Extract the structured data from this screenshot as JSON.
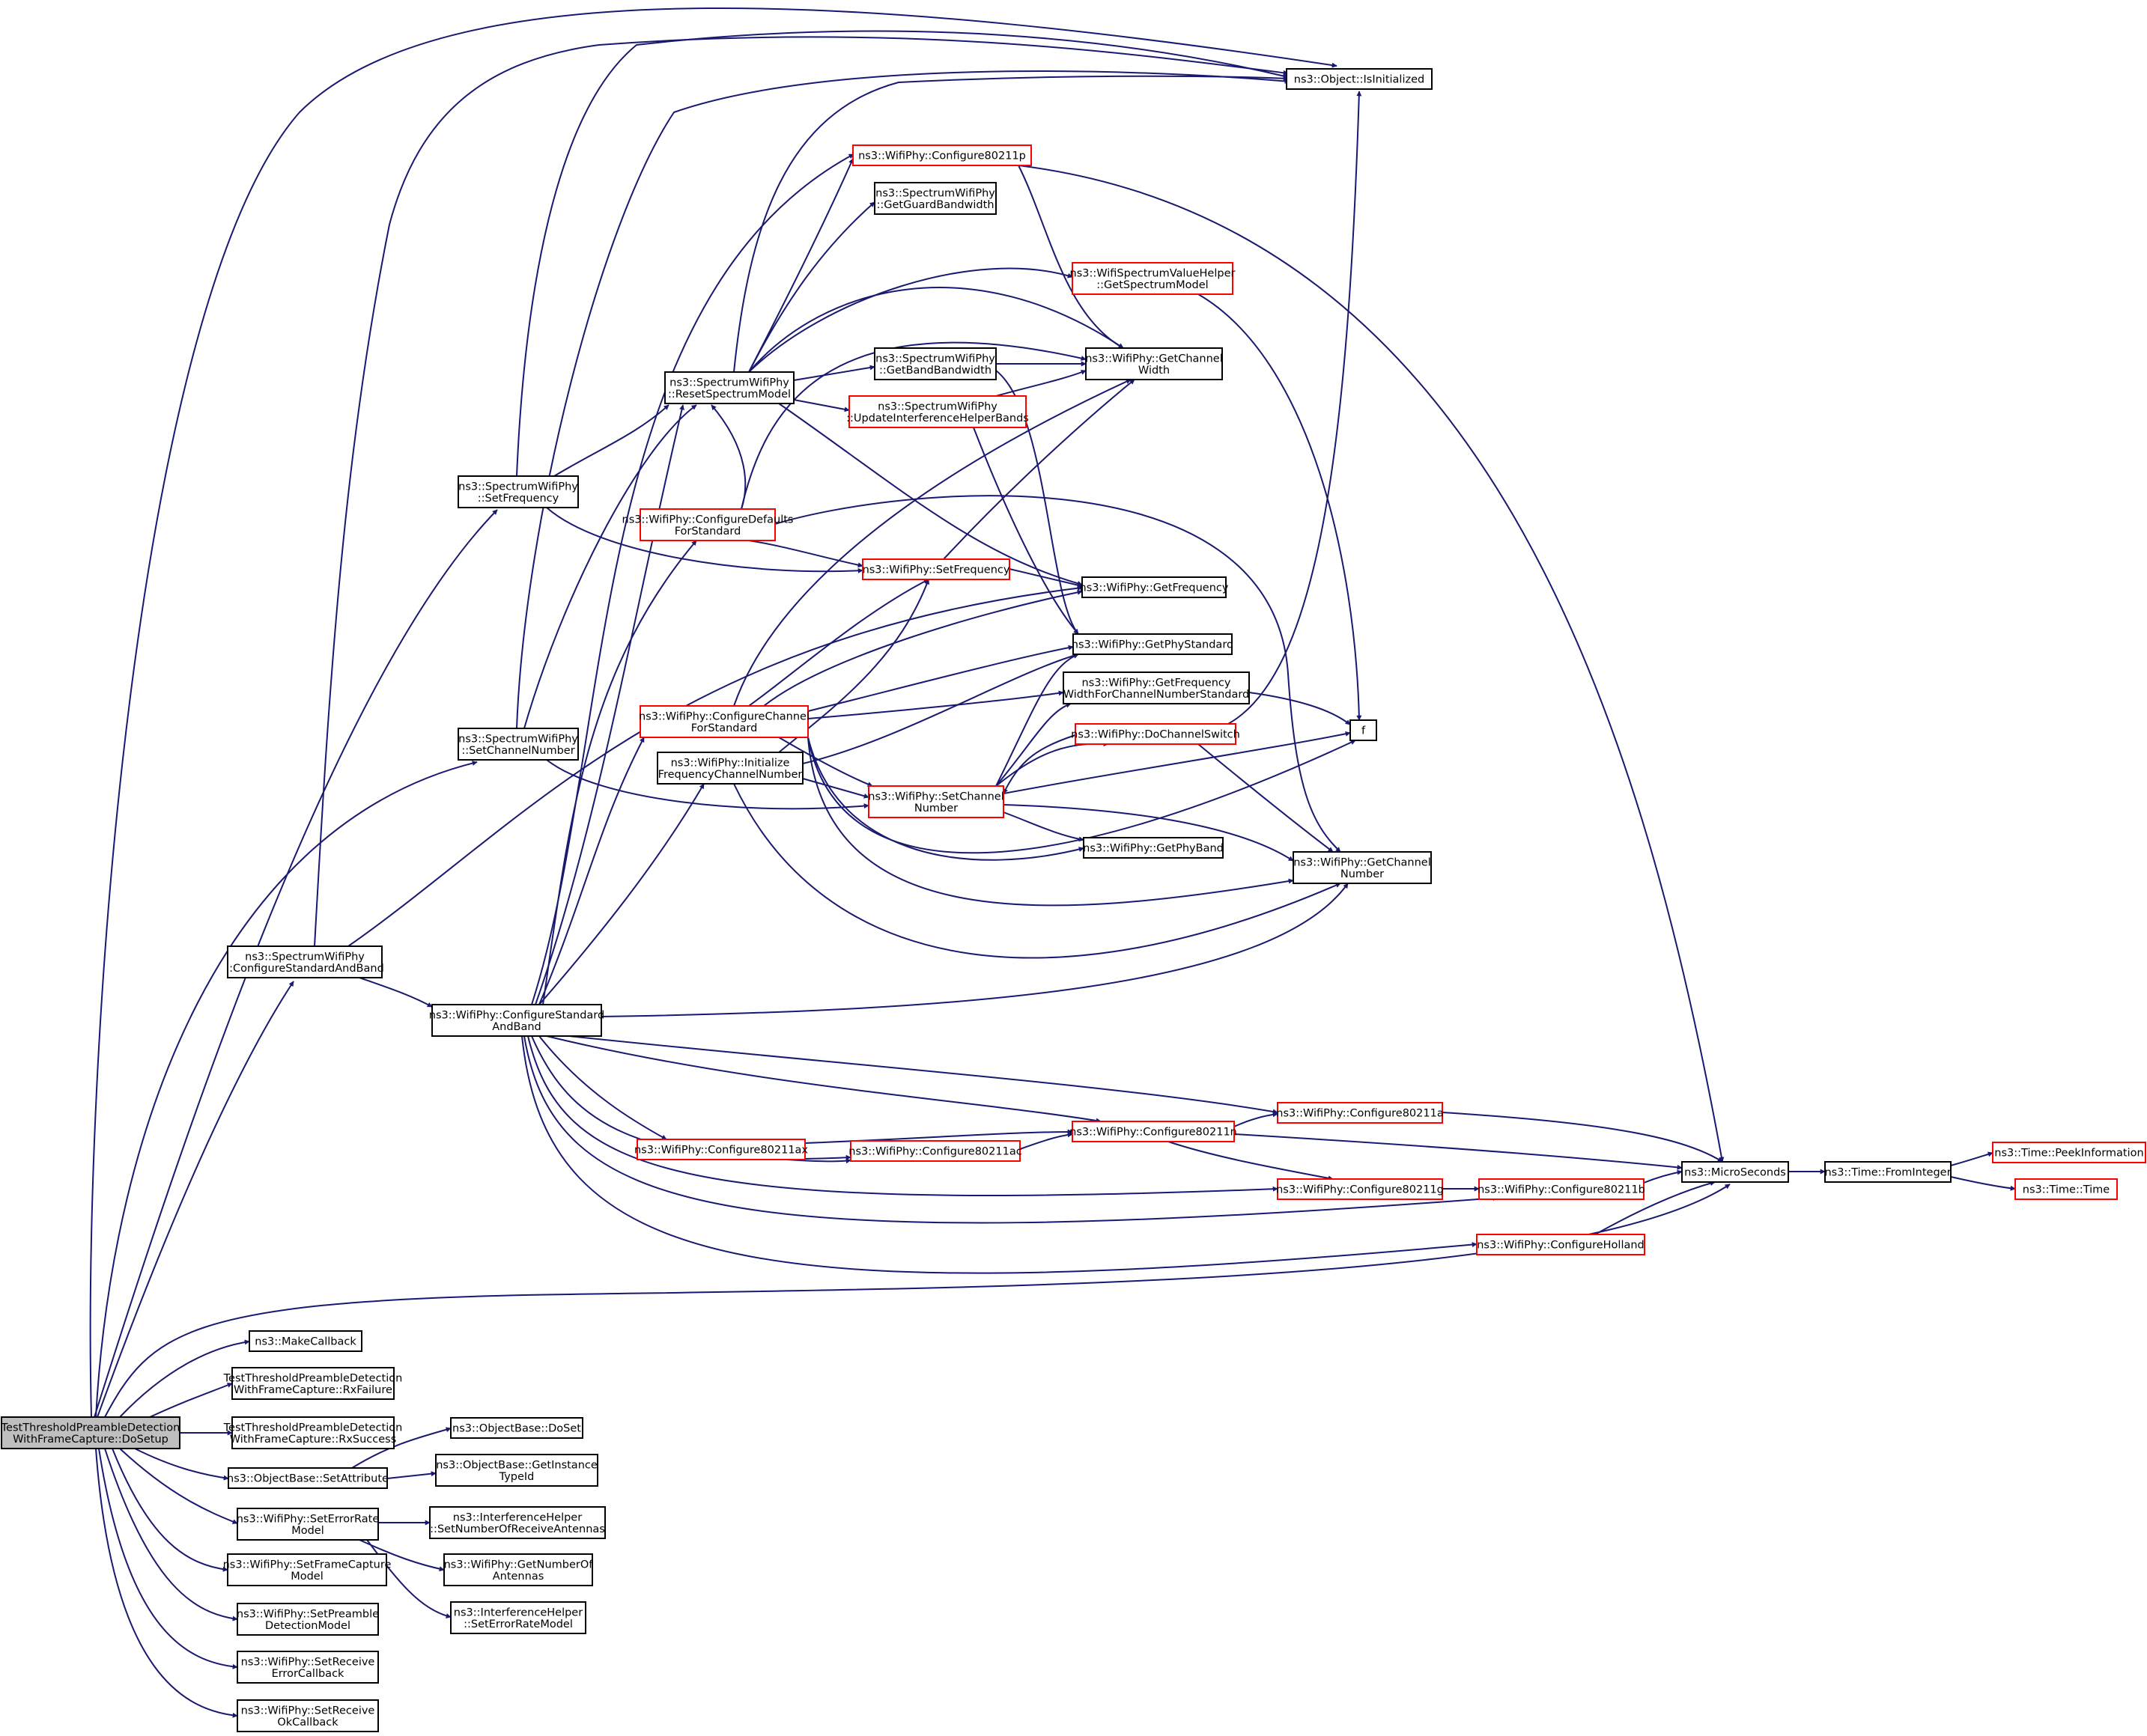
{
  "graph": {
    "colors": {
      "edge": "#191970",
      "node_border": "#000000",
      "node_border_incomplete": "#ff0000",
      "root_fill": "#bfbfbf"
    },
    "nodes": [
      {
        "id": "root",
        "lines": [
          "TestThresholdPreambleDetection",
          "WithFrameCapture::DoSetup"
        ],
        "style": "root"
      },
      {
        "id": "isinit",
        "lines": [
          "ns3::Object::IsInitialized"
        ],
        "style": "normal"
      },
      {
        "id": "cfg11p",
        "lines": [
          "ns3::WifiPhy::Configure80211p"
        ],
        "style": "red"
      },
      {
        "id": "guardbw",
        "lines": [
          "ns3::SpectrumWifiPhy",
          "::GetGuardBandwidth"
        ],
        "style": "normal"
      },
      {
        "id": "getspec",
        "lines": [
          "ns3::WifiSpectrumValueHelper",
          "::GetSpectrumModel"
        ],
        "style": "red"
      },
      {
        "id": "getbw",
        "lines": [
          "ns3::SpectrumWifiPhy",
          "::GetBandBandwidth"
        ],
        "style": "normal"
      },
      {
        "id": "getchw",
        "lines": [
          "ns3::WifiPhy::GetChannel",
          "Width"
        ],
        "style": "normal"
      },
      {
        "id": "resetspec",
        "lines": [
          "ns3::SpectrumWifiPhy",
          "::ResetSpectrumModel"
        ],
        "style": "normal"
      },
      {
        "id": "updint",
        "lines": [
          "ns3::SpectrumWifiPhy",
          "::UpdateInterferenceHelperBands"
        ],
        "style": "red"
      },
      {
        "id": "ssetfreq",
        "lines": [
          "ns3::SpectrumWifiPhy",
          "::SetFrequency"
        ],
        "style": "normal"
      },
      {
        "id": "cfgdef",
        "lines": [
          "ns3::WifiPhy::ConfigureDefaults",
          "ForStandard"
        ],
        "style": "red"
      },
      {
        "id": "wsetfreq",
        "lines": [
          "ns3::WifiPhy::SetFrequency"
        ],
        "style": "red"
      },
      {
        "id": "getfreq",
        "lines": [
          "ns3::WifiPhy::GetFrequency"
        ],
        "style": "normal"
      },
      {
        "id": "getstd",
        "lines": [
          "ns3::WifiPhy::GetPhyStandard"
        ],
        "style": "normal"
      },
      {
        "id": "getfwcn",
        "lines": [
          "ns3::WifiPhy::GetFrequency",
          "WidthForChannelNumberStandard"
        ],
        "style": "normal"
      },
      {
        "id": "cfgchstd",
        "lines": [
          "ns3::WifiPhy::ConfigureChannel",
          "ForStandard"
        ],
        "style": "red"
      },
      {
        "id": "dochsw",
        "lines": [
          "ns3::WifiPhy::DoChannelSwitch"
        ],
        "style": "red"
      },
      {
        "id": "f",
        "lines": [
          "f"
        ],
        "style": "normal"
      },
      {
        "id": "ssetch",
        "lines": [
          "ns3::SpectrumWifiPhy",
          "::SetChannelNumber"
        ],
        "style": "normal"
      },
      {
        "id": "initfcn",
        "lines": [
          "ns3::WifiPhy::Initialize",
          "FrequencyChannelNumber"
        ],
        "style": "normal"
      },
      {
        "id": "wsetch",
        "lines": [
          "ns3::WifiPhy::SetChannel",
          "Number"
        ],
        "style": "red"
      },
      {
        "id": "getband",
        "lines": [
          "ns3::WifiPhy::GetPhyBand"
        ],
        "style": "normal"
      },
      {
        "id": "getchn",
        "lines": [
          "ns3::WifiPhy::GetChannel",
          "Number"
        ],
        "style": "normal"
      },
      {
        "id": "scfgstd",
        "lines": [
          "ns3::SpectrumWifiPhy",
          "::ConfigureStandardAndBand"
        ],
        "style": "normal"
      },
      {
        "id": "wcfgstd",
        "lines": [
          "ns3::WifiPhy::ConfigureStandard",
          "AndBand"
        ],
        "style": "normal"
      },
      {
        "id": "cfg11ax",
        "lines": [
          "ns3::WifiPhy::Configure80211ax"
        ],
        "style": "red"
      },
      {
        "id": "cfg11n",
        "lines": [
          "ns3::WifiPhy::Configure80211n"
        ],
        "style": "red"
      },
      {
        "id": "cfg11a",
        "lines": [
          "ns3::WifiPhy::Configure80211a"
        ],
        "style": "red"
      },
      {
        "id": "cfg11ac",
        "lines": [
          "ns3::WifiPhy::Configure80211ac"
        ],
        "style": "red"
      },
      {
        "id": "micro",
        "lines": [
          "ns3::MicroSeconds"
        ],
        "style": "normal"
      },
      {
        "id": "fromint",
        "lines": [
          "ns3::Time::FromInteger"
        ],
        "style": "normal"
      },
      {
        "id": "peek",
        "lines": [
          "ns3::Time::PeekInformation"
        ],
        "style": "red"
      },
      {
        "id": "time",
        "lines": [
          "ns3::Time::Time"
        ],
        "style": "red"
      },
      {
        "id": "cfg11g",
        "lines": [
          "ns3::WifiPhy::Configure80211g"
        ],
        "style": "red"
      },
      {
        "id": "cfg11b",
        "lines": [
          "ns3::WifiPhy::Configure80211b"
        ],
        "style": "red"
      },
      {
        "id": "holland",
        "lines": [
          "ns3::WifiPhy::ConfigureHolland"
        ],
        "style": "red"
      },
      {
        "id": "makecb",
        "lines": [
          "ns3::MakeCallback"
        ],
        "style": "normal"
      },
      {
        "id": "rxfail",
        "lines": [
          "TestThresholdPreambleDetection",
          "WithFrameCapture::RxFailure"
        ],
        "style": "normal"
      },
      {
        "id": "rxsucc",
        "lines": [
          "TestThresholdPreambleDetection",
          "WithFrameCapture::RxSuccess"
        ],
        "style": "normal"
      },
      {
        "id": "setattr",
        "lines": [
          "ns3::ObjectBase::SetAttribute"
        ],
        "style": "normal"
      },
      {
        "id": "doset",
        "lines": [
          "ns3::ObjectBase::DoSet"
        ],
        "style": "normal"
      },
      {
        "id": "getinst",
        "lines": [
          "ns3::ObjectBase::GetInstance",
          "TypeId"
        ],
        "style": "normal"
      },
      {
        "id": "seterm",
        "lines": [
          "ns3::WifiPhy::SetErrorRate",
          "Model"
        ],
        "style": "normal"
      },
      {
        "id": "setnra",
        "lines": [
          "ns3::InterferenceHelper",
          "::SetNumberOfReceiveAntennas"
        ],
        "style": "normal"
      },
      {
        "id": "getnoa",
        "lines": [
          "ns3::WifiPhy::GetNumberOf",
          "Antennas"
        ],
        "style": "normal"
      },
      {
        "id": "iherm",
        "lines": [
          "ns3::InterferenceHelper",
          "::SetErrorRateModel"
        ],
        "style": "normal"
      },
      {
        "id": "setfcm",
        "lines": [
          "ns3::WifiPhy::SetFrameCapture",
          "Model"
        ],
        "style": "normal"
      },
      {
        "id": "setpdm",
        "lines": [
          "ns3::WifiPhy::SetPreamble",
          "DetectionModel"
        ],
        "style": "normal"
      },
      {
        "id": "setrec",
        "lines": [
          "ns3::WifiPhy::SetReceive",
          "ErrorCallback"
        ],
        "style": "normal"
      },
      {
        "id": "setroc",
        "lines": [
          "ns3::WifiPhy::SetReceive",
          "OkCallback"
        ],
        "style": "normal"
      }
    ]
  }
}
